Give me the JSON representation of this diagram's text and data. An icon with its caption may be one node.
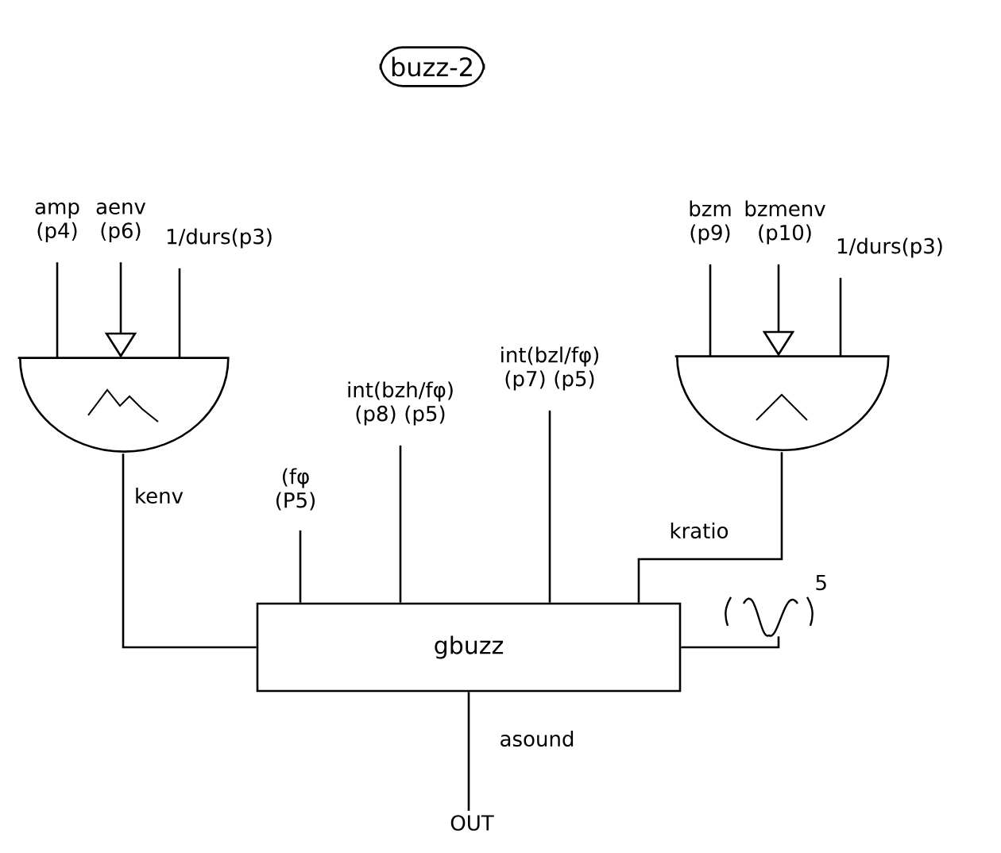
{
  "diagram": {
    "title": "buzz-2",
    "nodes": [
      {
        "text": [
          "amp (p4)"
        ]
      },
      {
        "text": [
          "aenv (p6)"
        ]
      },
      {
        "text": [
          "1/durs(p3)"
        ]
      },
      {
        "text": [],
        "shape": "semicircle"
      },
      {
        "text": [
          "bzm (p9)"
        ]
      },
      {
        "text": [
          "bzmenv (p10)"
        ]
      },
      {
        "text": [
          "1/durs(p3)"
        ]
      },
      {
        "text": [],
        "shape": "semicircle"
      },
      {
        "text": [
          "(fφ (P5)"
        ]
      },
      {
        "text": [
          "int(bzh/fφ) (p8) (p5)"
        ]
      },
      {
        "text": [
          "int(bzl/fφ) (p7) (p5)"
        ]
      },
      {
        "text": [
          "gbuzz"
        ]
      },
      {
        "text": [
          "5"
        ]
      },
      {
        "text": [
          "OUT"
        ]
      }
    ],
    "edges": [
      {
        "from": 0,
        "to": 3,
        "arrow": "none"
      },
      {
        "from": 1,
        "to": 3,
        "arrow": "to"
      },
      {
        "from": 2,
        "to": 3,
        "arrow": "none"
      },
      {
        "from": 4,
        "to": 7,
        "arrow": "none"
      },
      {
        "from": 5,
        "to": 7,
        "arrow": "to"
      },
      {
        "from": 6,
        "to": 7,
        "arrow": "none"
      },
      {
        "from": 3,
        "to": 11,
        "arrow": "none",
        "label": "kenv"
      },
      {
        "from": 8,
        "to": 11,
        "arrow": "none"
      },
      {
        "from": 9,
        "to": 11,
        "arrow": "none"
      },
      {
        "from": 10,
        "to": 11,
        "arrow": "none"
      },
      {
        "from": 7,
        "to": 11,
        "arrow": "none",
        "label": "kratio"
      },
      {
        "from": 12,
        "to": 11,
        "arrow": "none"
      },
      {
        "from": 11,
        "to": 13,
        "arrow": "none",
        "label": "asound"
      }
    ]
  }
}
